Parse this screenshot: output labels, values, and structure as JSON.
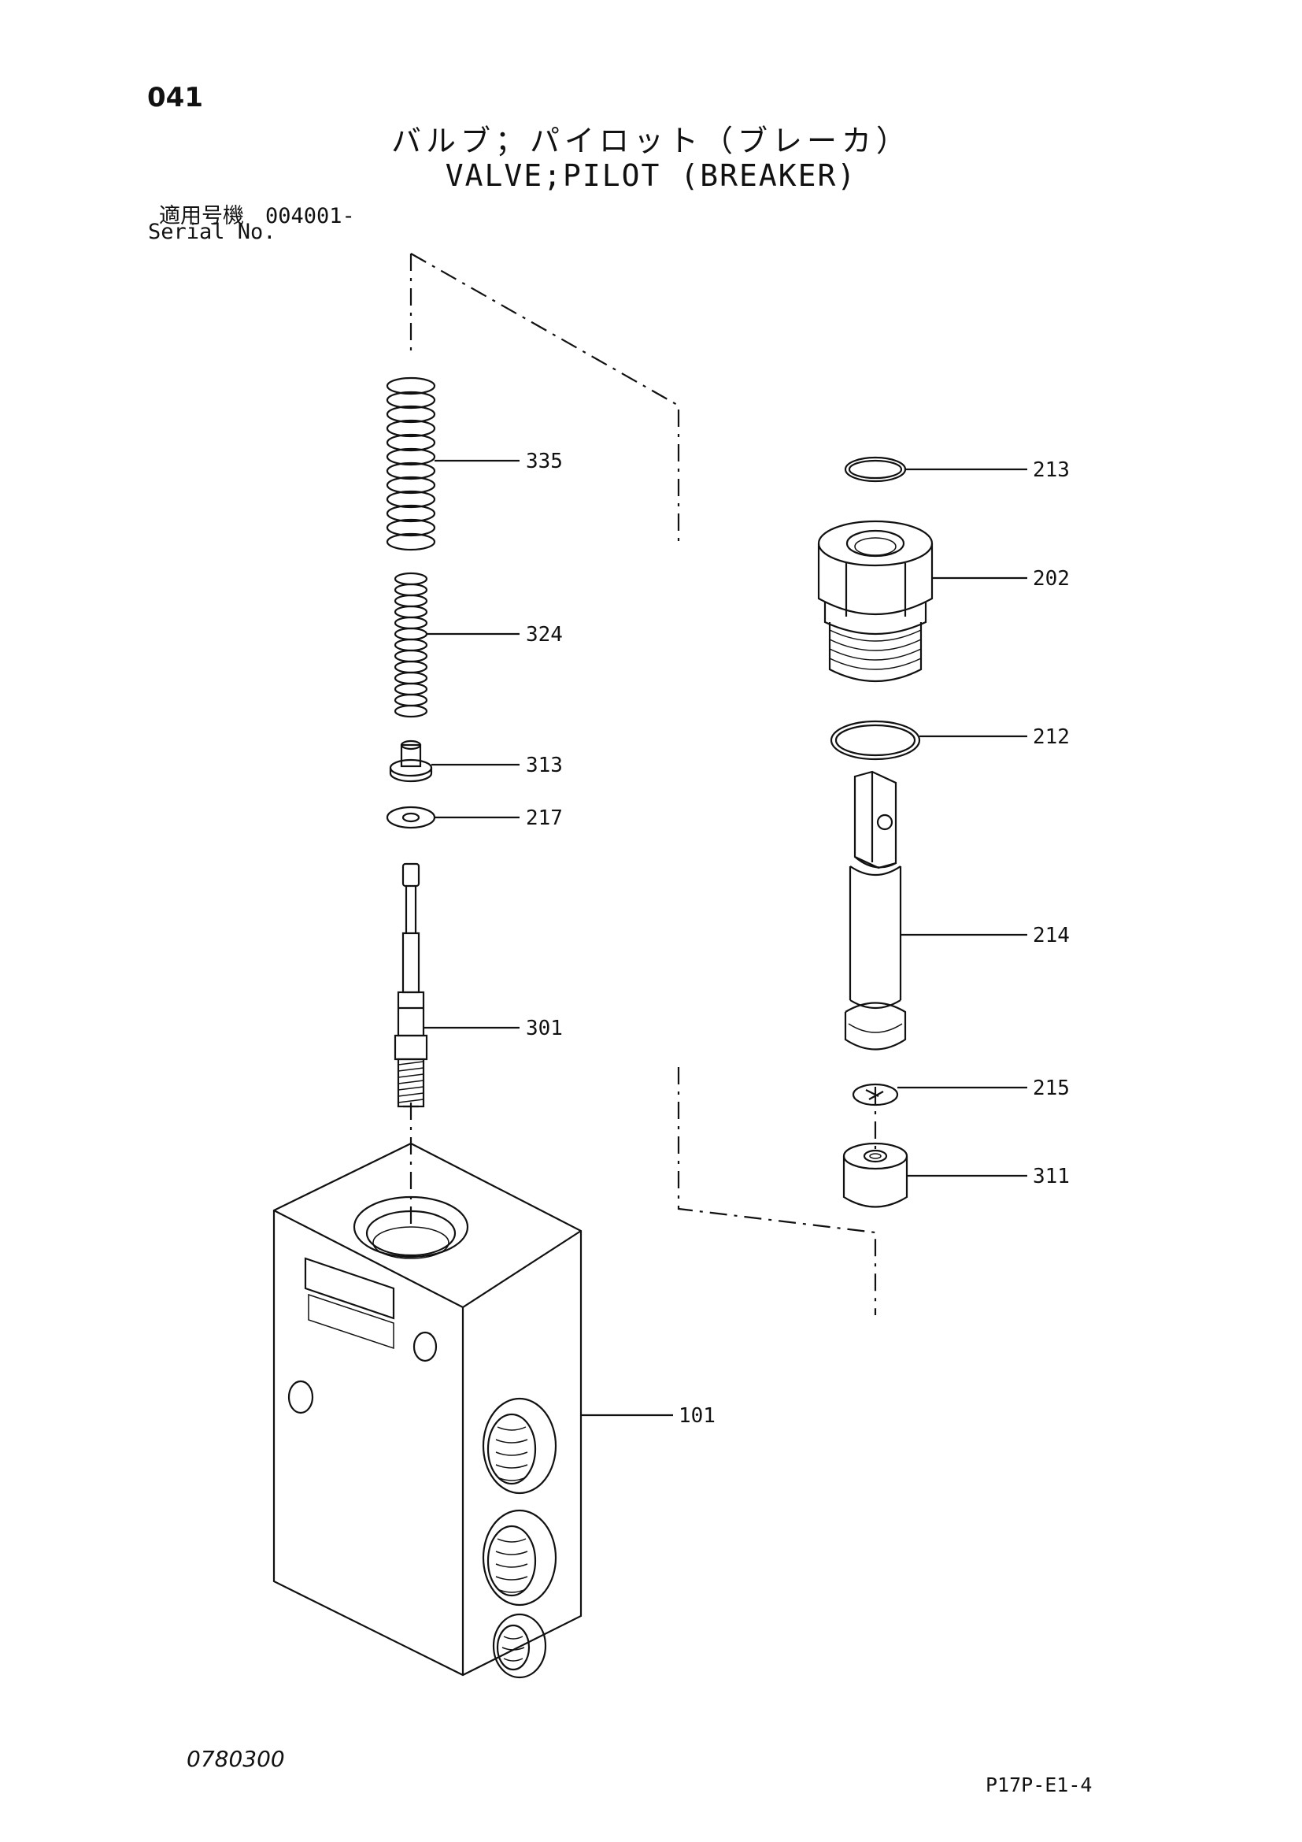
{
  "header": {
    "page_number": "041",
    "title_jp": "バルブ；パイロット（ブレーカ）",
    "title_en": "VALVE;PILOT (BREAKER)",
    "serial_label_jp": "適用号機　004001-",
    "serial_label_en": "Serial No."
  },
  "parts": [
    {
      "id": "part-335",
      "label": "335"
    },
    {
      "id": "part-324",
      "label": "324"
    },
    {
      "id": "part-313",
      "label": "313"
    },
    {
      "id": "part-217",
      "label": "217"
    },
    {
      "id": "part-301",
      "label": "301"
    },
    {
      "id": "part-101",
      "label": "101"
    },
    {
      "id": "part-213",
      "label": "213"
    },
    {
      "id": "part-202",
      "label": "202"
    },
    {
      "id": "part-212",
      "label": "212"
    },
    {
      "id": "part-214",
      "label": "214"
    },
    {
      "id": "part-215",
      "label": "215"
    },
    {
      "id": "part-311",
      "label": "311"
    }
  ],
  "footer": {
    "drawing_code": "0780300",
    "page_code": "P17P-E1-4"
  }
}
